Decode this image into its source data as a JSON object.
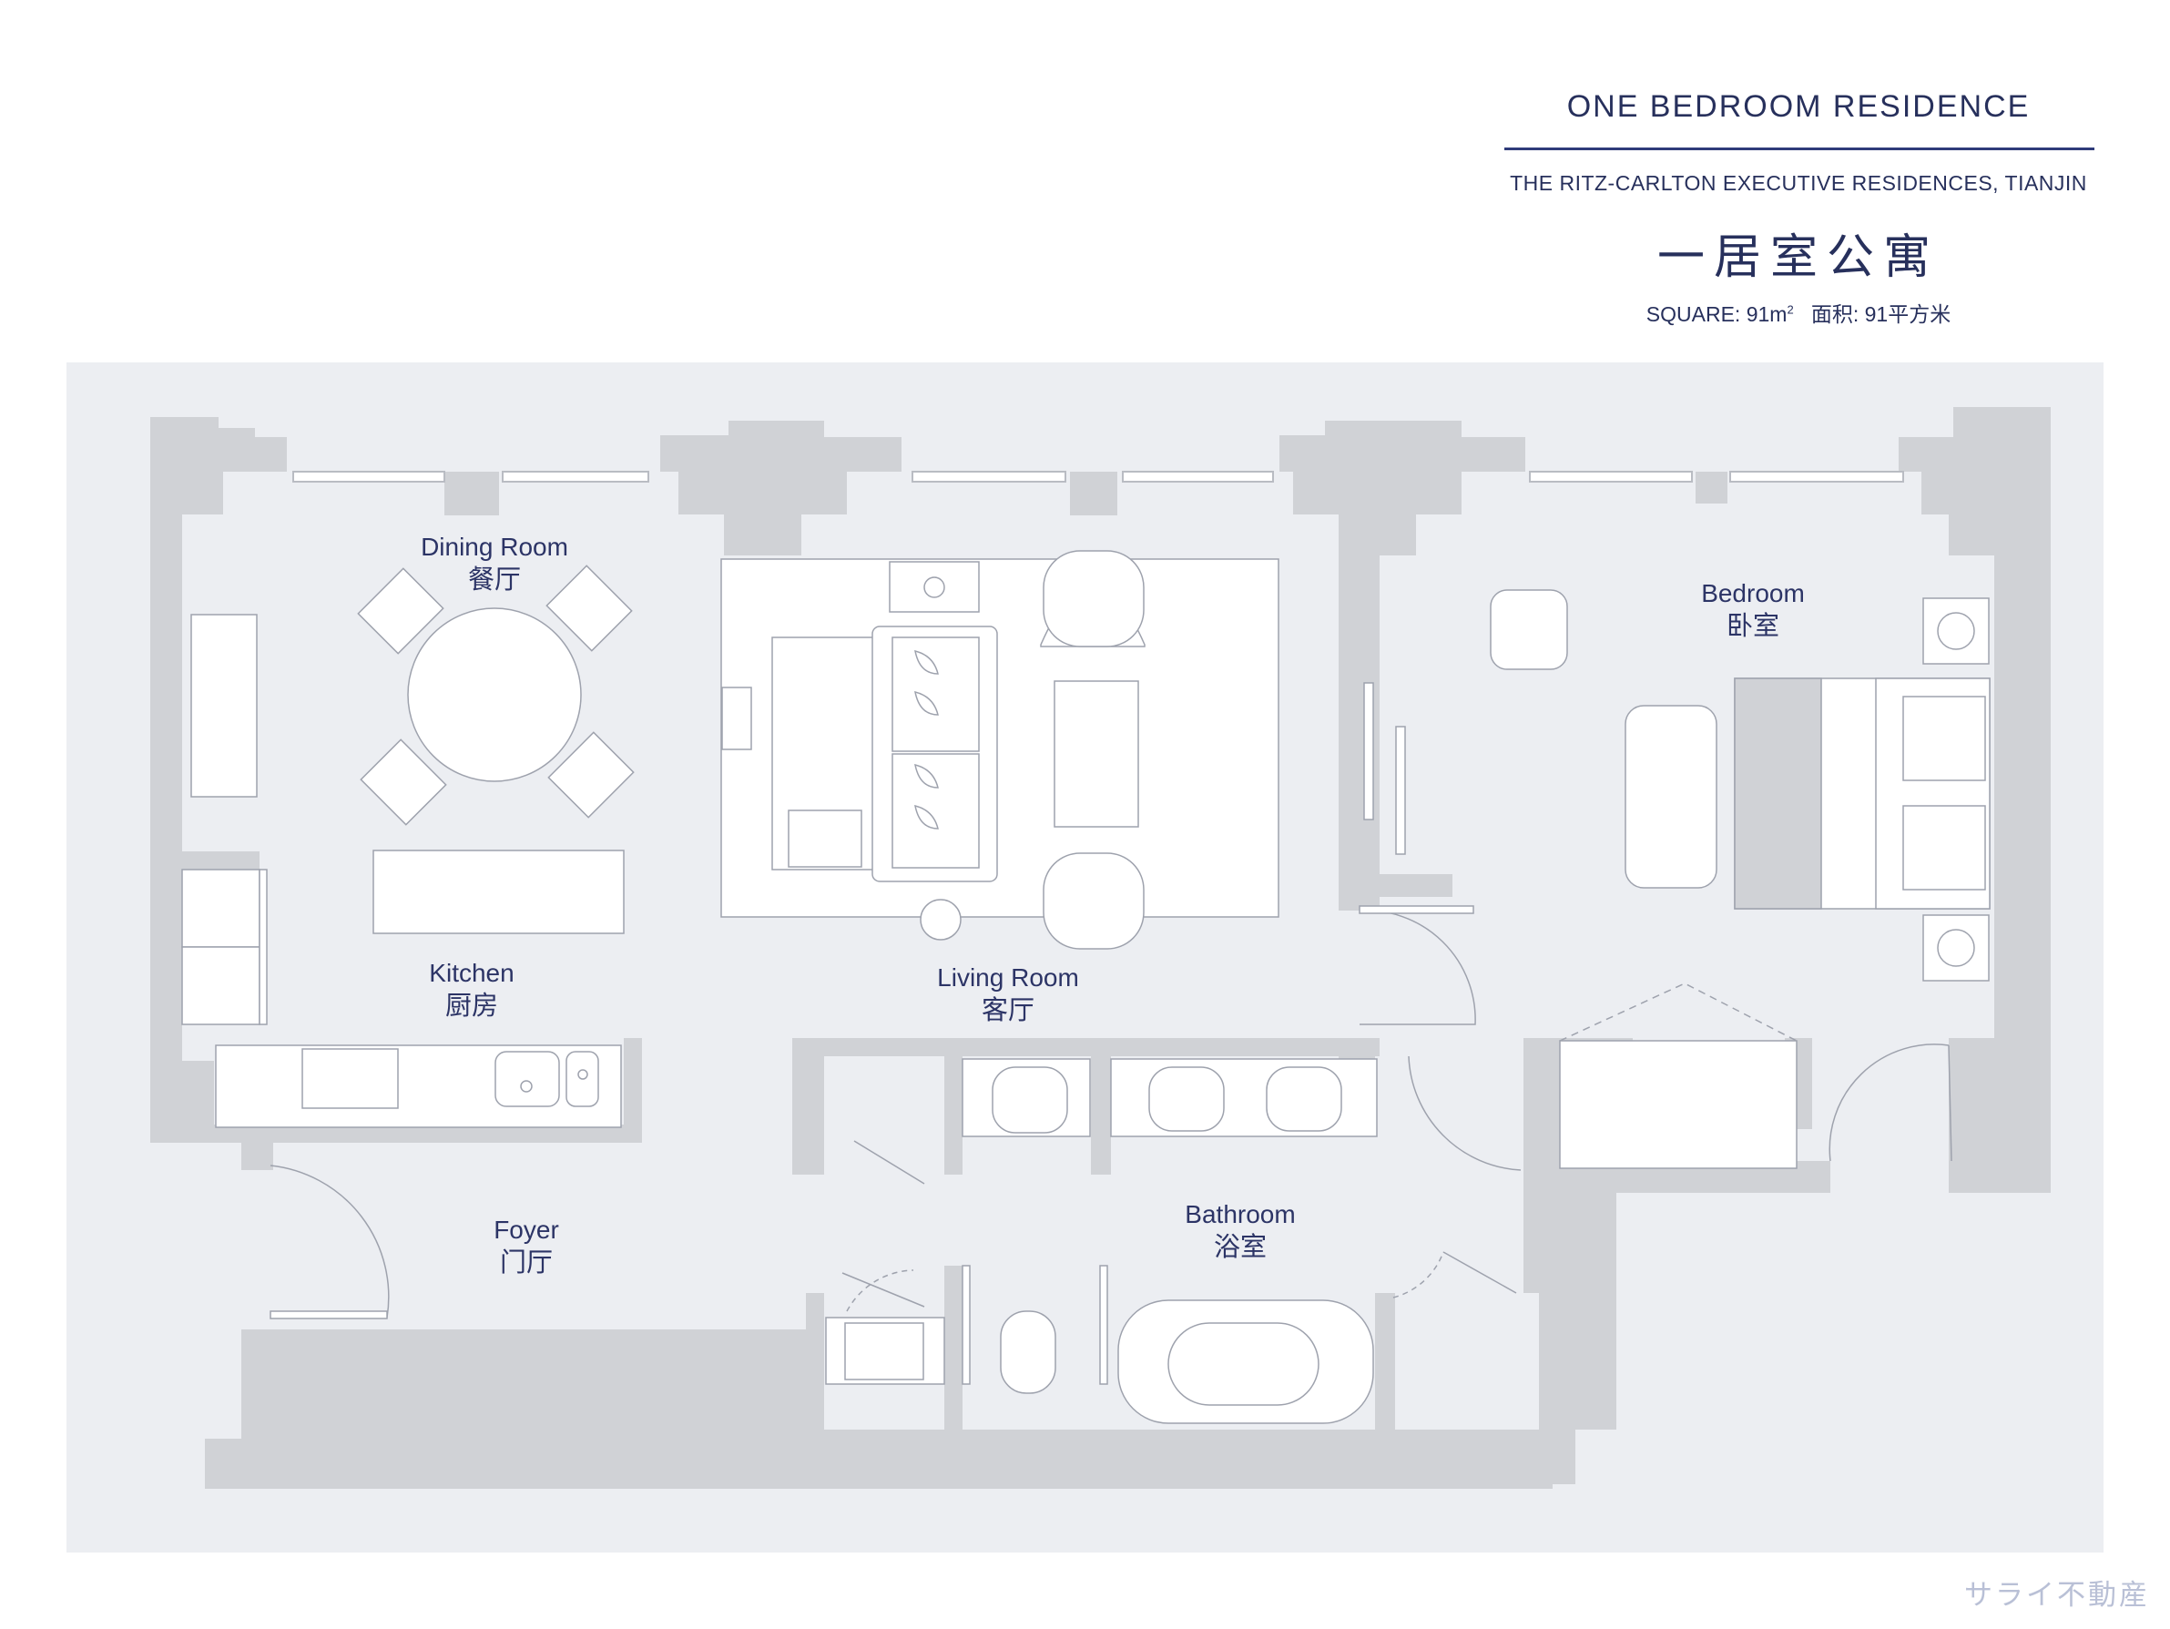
{
  "header": {
    "title": "ONE BEDROOM RESIDENCE",
    "subtitle": "THE RITZ-CARLTON EXECUTIVE RESIDENCES, TIANJIN",
    "title_cn": "一居室公寓",
    "area_prefix": "SQUARE: 91m",
    "area_sup": "2",
    "area_cn": "面积: 91平方米"
  },
  "rooms": {
    "dining": {
      "en": "Dining Room",
      "cn": "餐厅"
    },
    "kitchen": {
      "en": "Kitchen",
      "cn": "厨房"
    },
    "living": {
      "en": "Living Room",
      "cn": "客厅"
    },
    "bedroom": {
      "en": "Bedroom",
      "cn": "卧室"
    },
    "foyer": {
      "en": "Foyer",
      "cn": "门厅"
    },
    "bathroom": {
      "en": "Bathroom",
      "cn": "浴室"
    }
  },
  "watermark": "サライ不動産",
  "colors": {
    "wall": "#d0d2d6",
    "floor": "#eceef2",
    "text": "#27305c",
    "accent": "#2f3b7a"
  }
}
